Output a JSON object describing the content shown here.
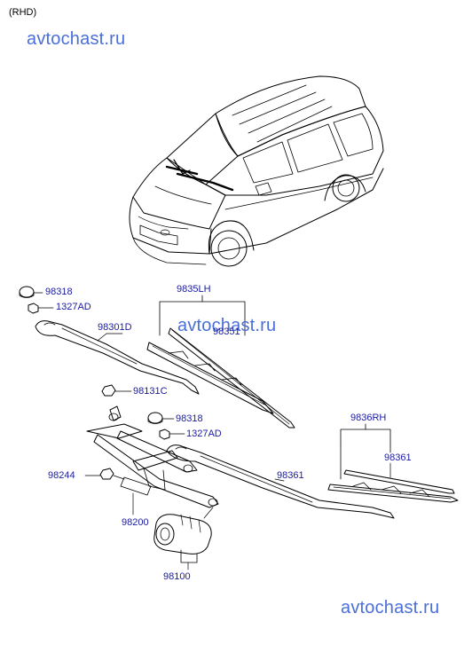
{
  "variant_mark": "(RHD)",
  "watermarks": [
    "avtochast.ru",
    "avtochast.ru",
    "avtochast.ru"
  ],
  "colors": {
    "label": "#1a1aa0",
    "watermark": "#4a6fd8",
    "line": "#000000"
  },
  "parts": {
    "p98318_top": "98318",
    "p1327AD_top": "1327AD",
    "p98301D": "98301D",
    "p9835LH": "9835LH",
    "p98351": "98351",
    "p98131C": "98131C",
    "p98318_mid": "98318",
    "p1327AD_mid": "1327AD",
    "p9836RH": "9836RH",
    "p98361_right": "98361",
    "p98244": "98244",
    "p98361": "98361",
    "p98200": "98200",
    "p98100": "98100"
  }
}
